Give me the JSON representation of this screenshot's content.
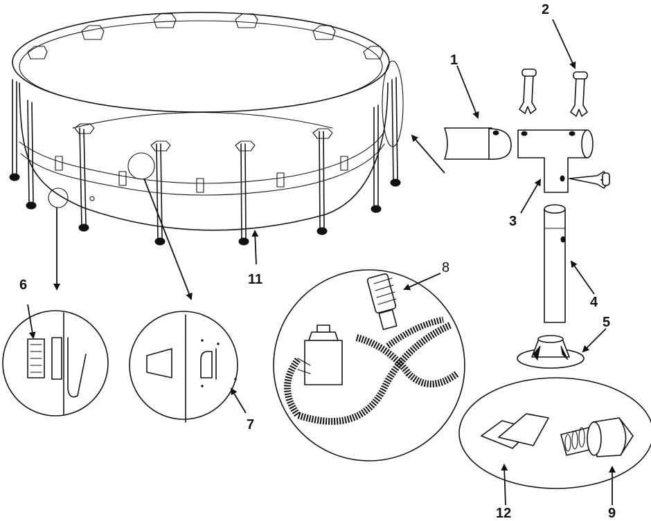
{
  "figure": {
    "labels": {
      "l1": "1",
      "l2": "2",
      "l3": "3",
      "l4": "4",
      "l5": "5",
      "l6": "6",
      "l7": "7",
      "l8": "8",
      "l9": "9",
      "l11": "11",
      "l12": "12"
    }
  }
}
